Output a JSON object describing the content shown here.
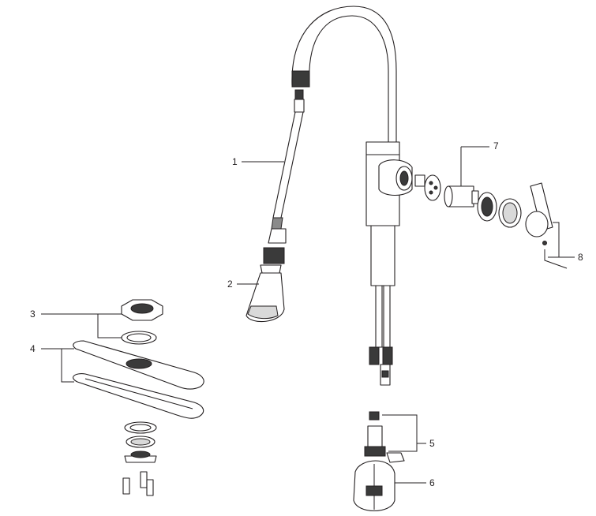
{
  "callouts": {
    "c1": "1",
    "c2": "2",
    "c3": "3",
    "c4": "4",
    "c5": "5",
    "c6": "6",
    "c7": "7",
    "c8": "8"
  },
  "colors": {
    "line": "#231f20",
    "background": "#ffffff",
    "shade": "#3a3a3a"
  }
}
